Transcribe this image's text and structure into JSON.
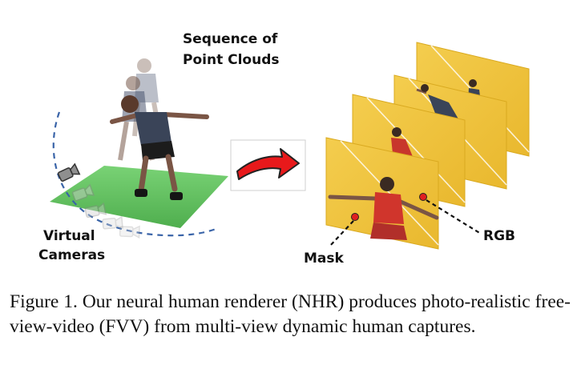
{
  "figure": {
    "labels": {
      "sequence_line1": "Sequence of",
      "sequence_line2": "Point Clouds",
      "virtual": "Virtual",
      "cameras": "Cameras",
      "mask": "Mask",
      "rgb": "RGB"
    },
    "colors": {
      "ground": "#5cbf5a",
      "frame": "#f0c33c",
      "arrow": "#e8191b",
      "camera_path": "#3a64a8",
      "marker": "#e02020"
    },
    "icons": [
      "camera-icon",
      "arrow-right-icon"
    ]
  },
  "caption": {
    "text": "Figure 1. Our neural human renderer (NHR) produces photo-realistic free-view-video (FVV) from multi-view dynamic human captures."
  }
}
